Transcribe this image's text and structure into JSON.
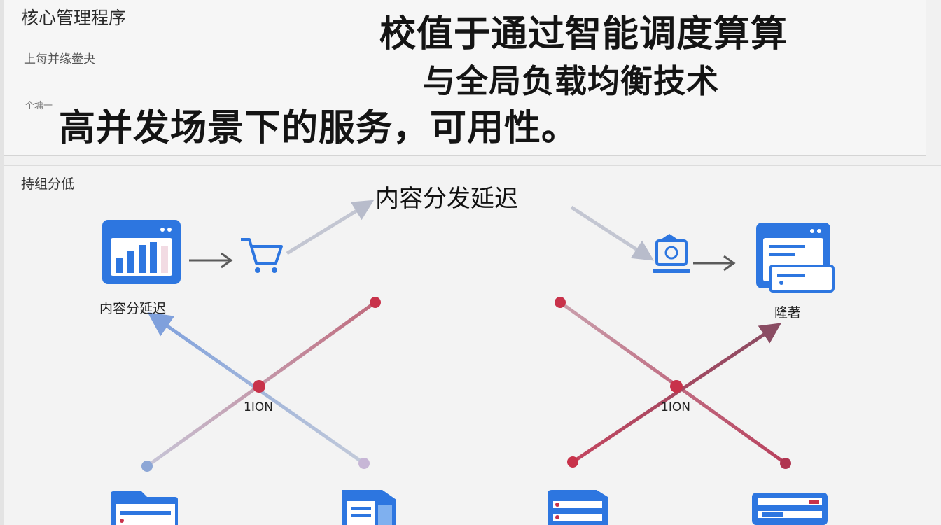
{
  "app": {
    "title": "核心管理程序",
    "subtitle": "上每并缘鲞夬",
    "small_note": "个墉一"
  },
  "headline": {
    "line1": "校值于通过智能调度算算",
    "line2": "与全局负载均衡技术",
    "line3": "高并发场景下的服务，可用性。"
  },
  "section": {
    "label": "持组分低"
  },
  "diagram": {
    "flow_title": "内容分发延迟",
    "left_node_label": "内容分延迟",
    "right_node_label": "隆著",
    "left_cross_label": "1ION",
    "right_cross_label": "1ION"
  },
  "icons": {
    "chart": "bar-chart-window-icon",
    "cart": "shopping-cart-icon",
    "monitor": "monitor-device-icon",
    "document": "document-window-icon",
    "server": "server-rack-icon",
    "folder": "folder-icon"
  },
  "colors": {
    "icon_blue": "#2d76e0",
    "node_red": "#c8324a",
    "arrow_gray": "#5b5b5b",
    "line_blue": "#8da7d6",
    "line_rose": "#c57788"
  }
}
